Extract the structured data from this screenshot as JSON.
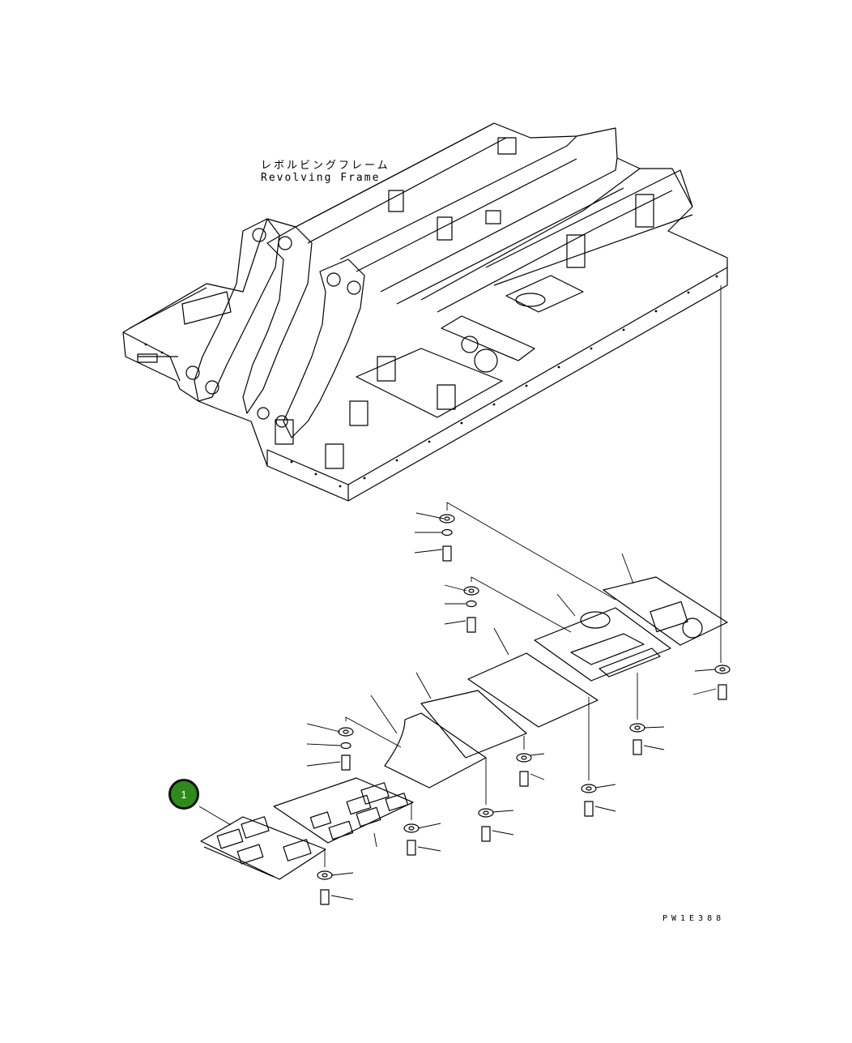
{
  "labels": {
    "frame_jp": "レボルビングフレーム",
    "frame_en": "Revolving Frame",
    "drawing_number": "PW1E388"
  },
  "callout": {
    "number": "1",
    "color": "#2f8a1c"
  }
}
